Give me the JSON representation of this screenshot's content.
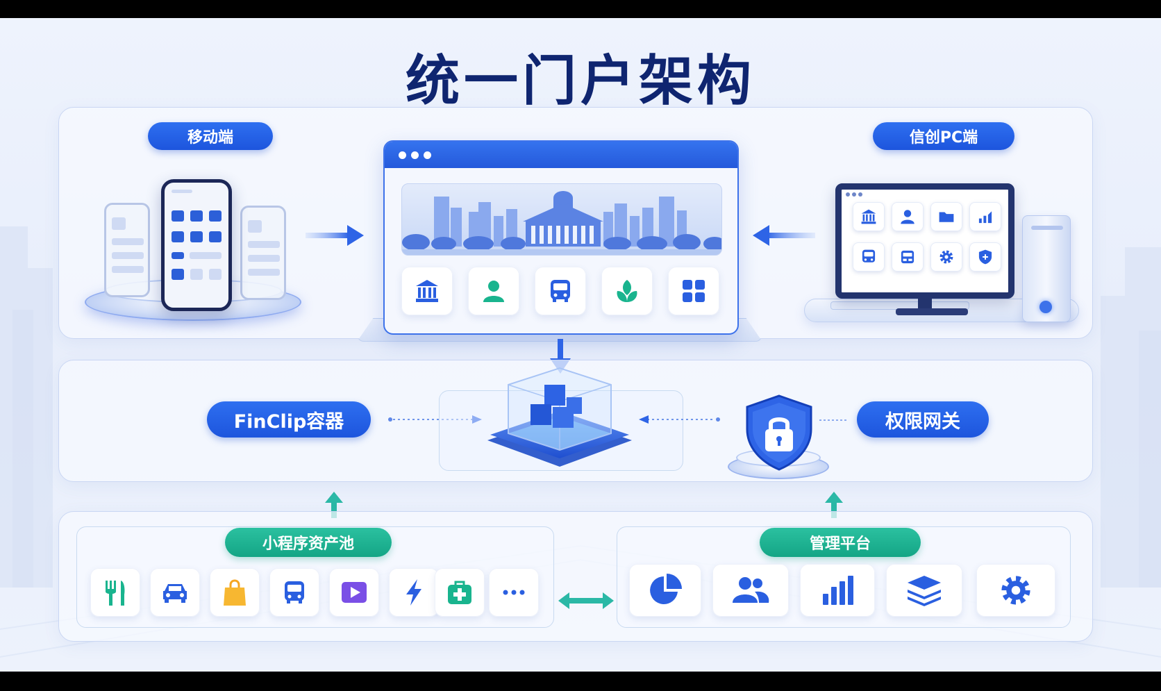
{
  "title": "统一门户架构",
  "top": {
    "mobile_label": "移动端",
    "pc_label": "信创PC端",
    "portal_icons": [
      "bank-icon",
      "user-icon",
      "bus-icon",
      "plant-icon",
      "apps-grid-icon"
    ],
    "pc_icons": [
      "bank-icon",
      "user-icon",
      "folder-icon",
      "chart-icon",
      "bus-icon",
      "card-icon",
      "gear-icon",
      "shield-icon"
    ]
  },
  "middle": {
    "container_label": "FinClip容器",
    "gateway_label": "权限网关"
  },
  "bottom": {
    "pool_label": "小程序资产池",
    "pool_icons": [
      {
        "name": "fork-knife-icon",
        "color": "#19b48e"
      },
      {
        "name": "car-icon",
        "color": "#2a5fe0"
      },
      {
        "name": "shopping-bag-icon",
        "color": "#f5b324"
      },
      {
        "name": "bus-icon",
        "color": "#2a5fe0"
      },
      {
        "name": "play-icon",
        "color": "#7a4fe6"
      },
      {
        "name": "lightning-icon",
        "color": "#2a5fe0"
      },
      {
        "name": "medical-kit-icon",
        "color": "#19b48e"
      },
      {
        "name": "more-icon",
        "color": "#2a5fe0"
      }
    ],
    "platform_label": "管理平台",
    "platform_icons": [
      "pie-chart-icon",
      "users-icon",
      "bar-chart-icon",
      "layers-icon",
      "gear-icon"
    ]
  },
  "colors": {
    "title": "#0f2570",
    "blue": "#2563e8",
    "teal": "#19b48e",
    "panel_border": "#c9d6f3"
  }
}
